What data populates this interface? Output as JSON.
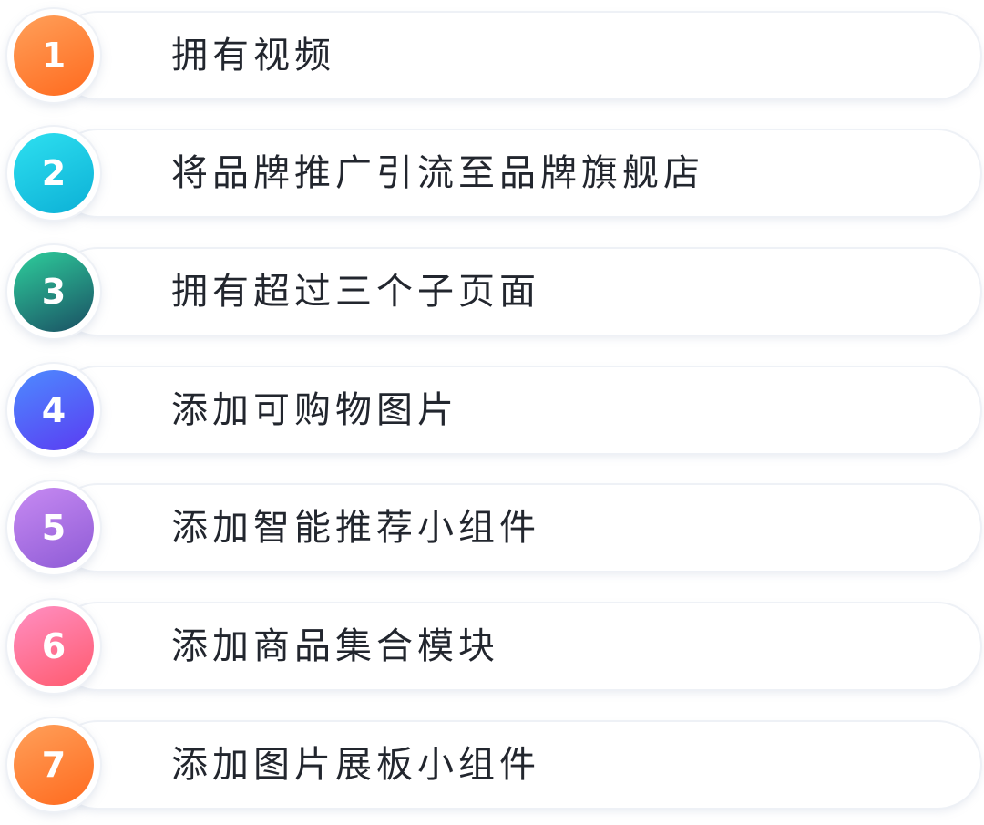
{
  "items": [
    {
      "number": "1",
      "label": "拥有视频",
      "colors": [
        "#ffa05a",
        "#ff6a1e"
      ]
    },
    {
      "number": "2",
      "label": "将品牌推广引流至品牌旗舰店",
      "colors": [
        "#2ee0f0",
        "#0cb0d6"
      ]
    },
    {
      "number": "3",
      "label": "拥有超过三个子页面",
      "colors": [
        "#2ecf9c",
        "#1a4f63"
      ]
    },
    {
      "number": "4",
      "label": "添加可购物图片",
      "colors": [
        "#4d8bff",
        "#5a3cf2"
      ]
    },
    {
      "number": "5",
      "label": "添加智能推荐小组件",
      "colors": [
        "#c78af2",
        "#8e5bd6"
      ]
    },
    {
      "number": "6",
      "label": "添加商品集合模块",
      "colors": [
        "#ff8fc2",
        "#ff5a6e"
      ]
    },
    {
      "number": "7",
      "label": "添加图片展板小组件",
      "colors": [
        "#ffa05a",
        "#ff6a1e"
      ]
    }
  ]
}
